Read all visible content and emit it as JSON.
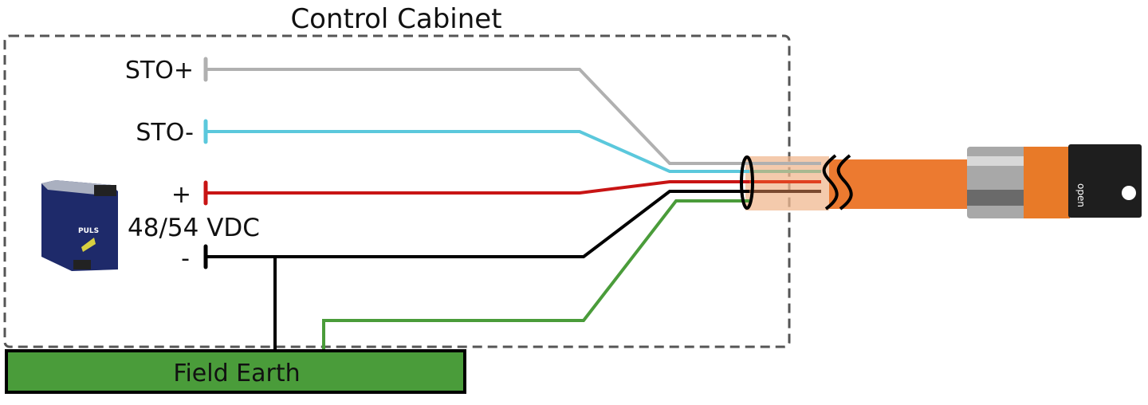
{
  "cabinet_title": "Control Cabinet",
  "terminals": {
    "sto_plus": "STO+",
    "sto_minus": "STO-",
    "plus": "+",
    "voltage": "48/54 VDC",
    "minus": "-"
  },
  "field_earth": "Field Earth",
  "power_supply_brand": "PULS",
  "connector_label": "open",
  "colors": {
    "sto_plus": "#b0b0b0",
    "sto_minus": "#5bc8dc",
    "plus": "#c81414",
    "minus": "#000000",
    "earth": "#4a9c3a",
    "cable": "#ec7a30"
  }
}
